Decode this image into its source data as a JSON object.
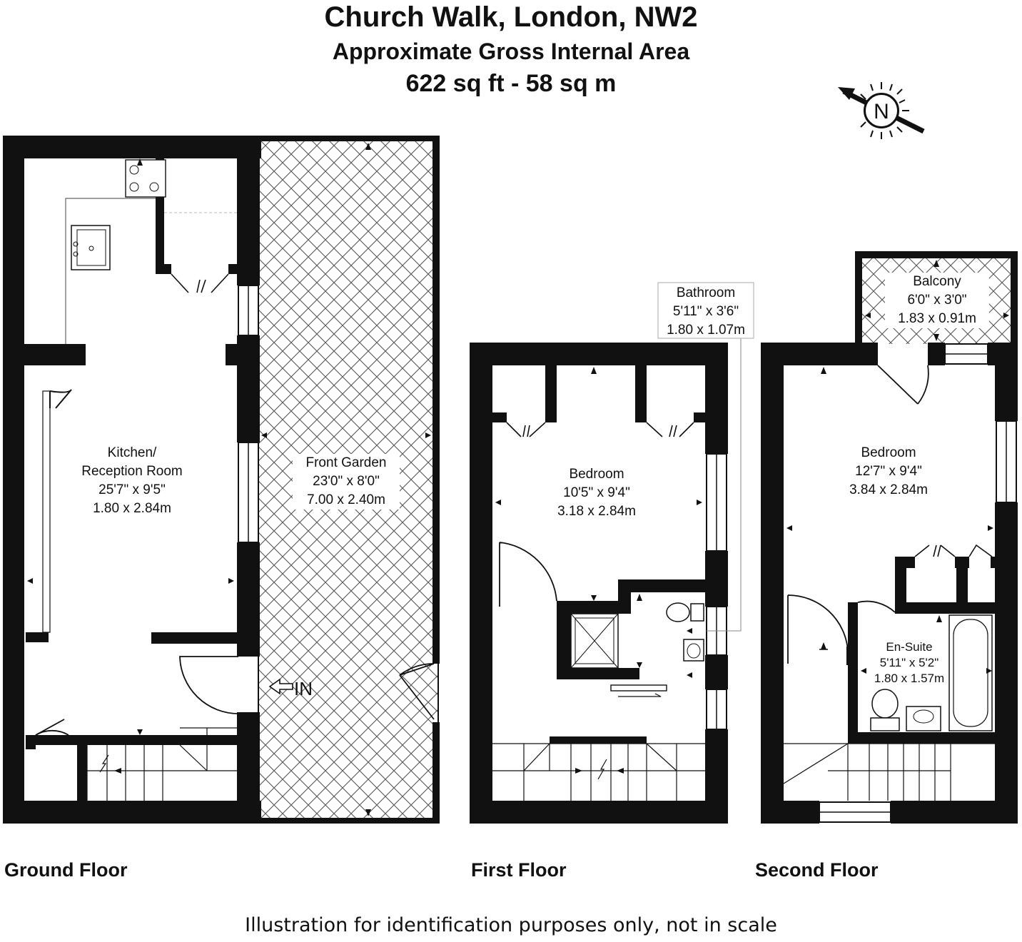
{
  "header": {
    "title": "Church Walk, London, NW2",
    "subtitle": "Approximate Gross Internal Area",
    "area": "622 sq ft - 58 sq m"
  },
  "compass": {
    "letter": "N"
  },
  "floors": {
    "ground": "Ground Floor",
    "first": "First Floor",
    "second": "Second Floor"
  },
  "rooms": {
    "kitchen": {
      "name": "Kitchen/",
      "name2": "Reception Room",
      "imperial": "25'7\" x 9'5\"",
      "metric": "1.80 x 2.84m"
    },
    "garden": {
      "name": "Front Garden",
      "imperial": "23'0\" x 8'0\"",
      "metric": "7.00 x 2.40m"
    },
    "bedroom1": {
      "name": "Bedroom",
      "imperial": "10'5\" x 9'4\"",
      "metric": "3.18 x 2.84m"
    },
    "bathroom": {
      "name": "Bathroom",
      "imperial": "5'11\" x 3'6\"",
      "metric": "1.80 x 1.07m"
    },
    "balcony": {
      "name": "Balcony",
      "imperial": "6'0\" x 3'0\"",
      "metric": "1.83 x 0.91m"
    },
    "bedroom2": {
      "name": "Bedroom",
      "imperial": "12'7\" x 9'4\"",
      "metric": "3.84 x 2.84m"
    },
    "ensuite": {
      "name": "En-Suite",
      "imperial": "5'11\" x 5'2\"",
      "metric": "1.80 x 1.57m"
    }
  },
  "entrance": {
    "label": "IN"
  },
  "footer": "Illustration for identification purposes only, not in scale"
}
